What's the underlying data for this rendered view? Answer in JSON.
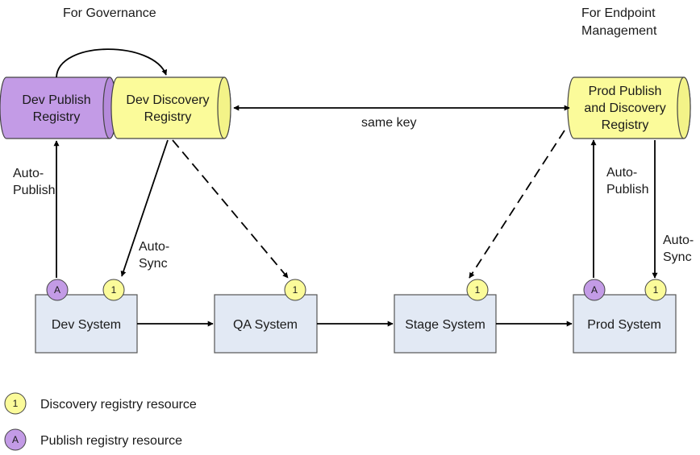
{
  "headings": {
    "governance": "For Governance",
    "endpoint_line1": "For Endpoint",
    "endpoint_line2": "Management"
  },
  "registries": {
    "dev_publish": {
      "line1": "Dev Publish",
      "line2": "Registry",
      "color": "#c39be6"
    },
    "dev_discovery": {
      "line1": "Dev Discovery",
      "line2": "Registry",
      "color": "#fbfb9a"
    },
    "prod": {
      "line1": "Prod Publish",
      "line2": "and Discovery",
      "line3": "Registry",
      "color": "#fbfb9a"
    }
  },
  "systems": {
    "dev": "Dev System",
    "qa": "QA System",
    "stage": "Stage System",
    "prod": "Prod System",
    "box_color": "#e2e9f4"
  },
  "arrow_labels": {
    "same_key": "same key",
    "auto": "Auto-",
    "publish": "Publish",
    "sync": "Sync"
  },
  "badges": {
    "discovery": "1",
    "publish": "A",
    "discovery_color": "#fbfb9a",
    "publish_color": "#c39be6"
  },
  "legend": {
    "discovery_text": "Discovery registry resource",
    "publish_text": "Publish registry resource"
  }
}
